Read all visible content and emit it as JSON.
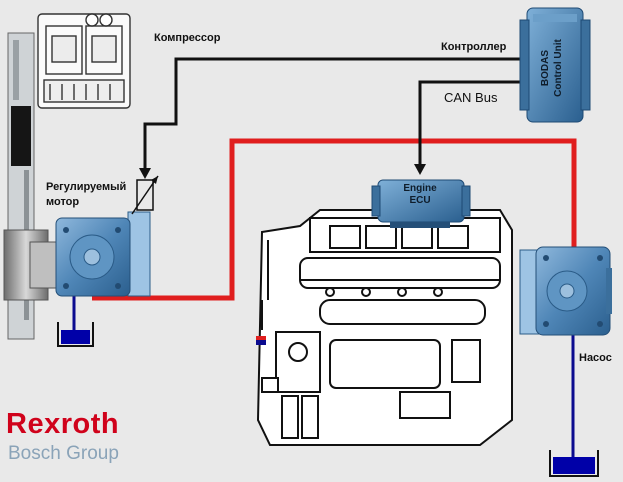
{
  "labels": {
    "compressor": "Компрессор",
    "controller": "Контроллер",
    "can_bus": "CAN Bus",
    "regulated_motor_line1": "Регулируемый",
    "regulated_motor_line2": "мотор",
    "pump": "Насос",
    "engine_ecu_line1": "Engine",
    "engine_ecu_line2": "ECU",
    "bodas_line1": "BODAS",
    "bodas_line2": "Control Unit"
  },
  "brand": {
    "name": "Rexroth",
    "group": "Bosch Group",
    "name_color": "#d0021b",
    "group_color": "#8aa3b8"
  },
  "colors": {
    "hydraulic_line": "#e01e1e",
    "signal_line": "#111111",
    "tank_line": "#0b0b8f",
    "tank_fill": "#0000a8",
    "hydraulic_unit": "#4f86b7",
    "control_unit": "#3f7fb5"
  }
}
